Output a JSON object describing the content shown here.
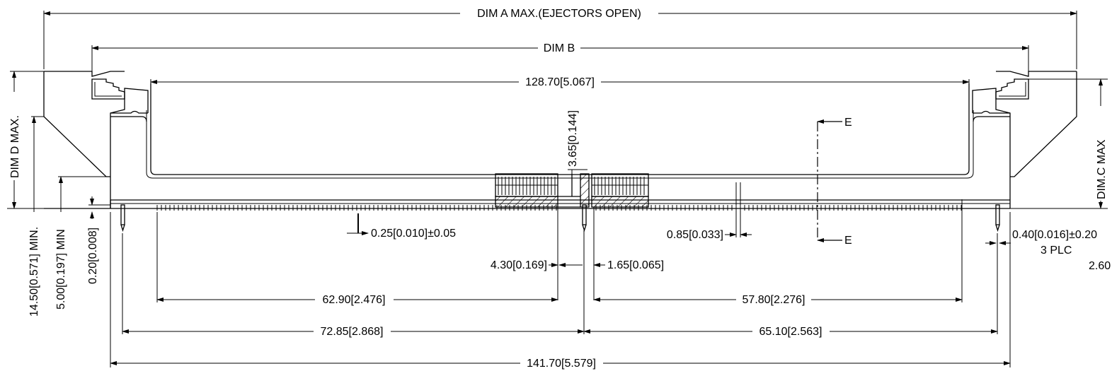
{
  "dimensions": {
    "dim_a": "DIM A MAX.(EJECTORS OPEN)",
    "dim_b": "DIM B",
    "dim_c": "DIM.C  MAX",
    "dim_d": "DIM D MAX.",
    "d_128_70": "128.70[5.067]",
    "d_3_65": "3.65[0.144]",
    "d_14_50": "14.50[0.571] MIN.",
    "d_5_00": "5.00[0.197] MIN",
    "d_0_20": "0.20[0.008]",
    "d_0_25": "0.25[0.010]±0.05",
    "d_0_85": "0.85[0.033]",
    "d_0_40": "0.40[0.016]±0.20",
    "d_3plc": "3  PLC",
    "d_2_6": "2.60",
    "d_4_30": "4.30[0.169]",
    "d_1_65": "1.65[0.065]",
    "d_62_90": "62.90[2.476]",
    "d_57_80": "57.80[2.276]",
    "d_72_85": "72.85[2.868]",
    "d_65_10": "65.10[2.563]",
    "d_141_70": "141.70[5.579]"
  },
  "section": {
    "label_top": "E",
    "label_bottom": "E"
  }
}
